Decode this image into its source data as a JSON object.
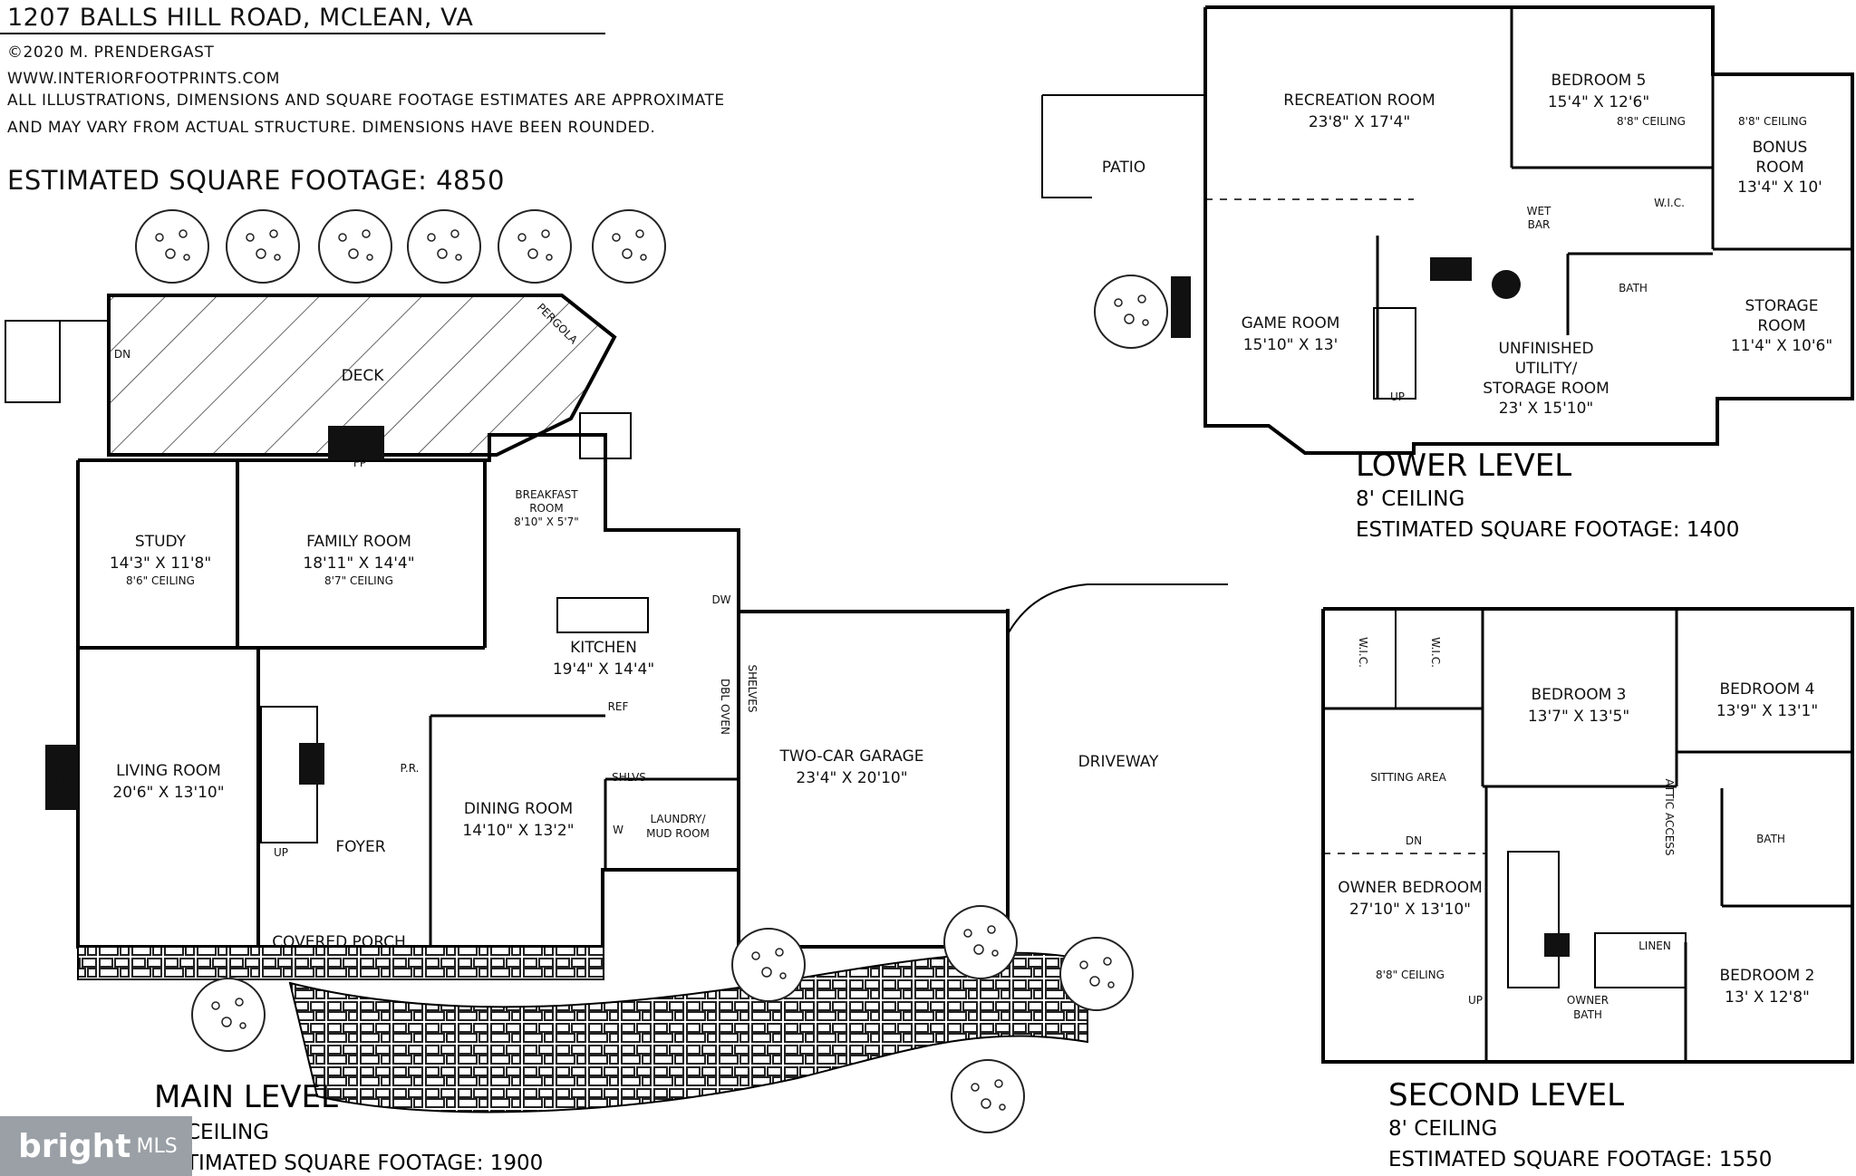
{
  "header": {
    "address": "1207 BALLS HILL ROAD, MCLEAN, VA",
    "copyright": "©2020 M. PRENDERGAST",
    "website": "WWW.INTERIORFOOTPRINTS.COM",
    "disclaimer_1": "ALL ILLUSTRATIONS, DIMENSIONS AND SQUARE FOOTAGE ESTIMATES ARE APPROXIMATE",
    "disclaimer_2": "AND MAY VARY FROM ACTUAL STRUCTURE. DIMENSIONS HAVE BEEN ROUNDED.",
    "total_sqft": "ESTIMATED SQUARE FOOTAGE: 4850"
  },
  "main_level": {
    "name": "MAIN LEVEL",
    "ceiling": "CEILING",
    "sqft": "TIMATED SQUARE FOOTAGE: 1900",
    "rooms": {
      "deck": "DECK",
      "pergola": "PERGOLA",
      "fp_top": "FP",
      "study": "STUDY",
      "study_dim": "14'3\" X 11'8\"",
      "study_ceiling": "8'6\" CEILING",
      "family": "FAMILY ROOM",
      "family_dim": "18'11\" X 14'4\"",
      "family_ceiling": "8'7\" CEILING",
      "breakfast": "BREAKFAST",
      "breakfast_2": "ROOM",
      "breakfast_dim": "8'10\" X 5'7\"",
      "kitchen": "KITCHEN",
      "kitchen_dim": "19'4\" X 14'4\"",
      "ref": "REF",
      "dw": "DW",
      "shelves": "SHELVES",
      "dbl_oven": "DBL OVEN",
      "living": "LIVING ROOM",
      "living_dim": "20'6\" X 13'10\"",
      "fp_living": "FP",
      "pr": "P.R.",
      "dining": "DINING ROOM",
      "dining_dim": "14'10\" X 13'2\"",
      "foyer": "FOYER",
      "shlvs": "SHLVS",
      "laundry": "LAUNDRY/",
      "laundry_2": "MUD ROOM",
      "w": "W",
      "garage": "TWO-CAR GARAGE",
      "garage_dim": "23'4\" X 20'10\"",
      "driveway": "DRIVEWAY",
      "porch": "COVERED PORCH",
      "dn": "DN",
      "up": "UP"
    }
  },
  "lower_level": {
    "name": "LOWER LEVEL",
    "ceiling": "8' CEILING",
    "sqft": "ESTIMATED SQUARE FOOTAGE: 1400",
    "rooms": {
      "patio": "PATIO",
      "recreation": "RECREATION ROOM",
      "recreation_dim": "23'8\" X 17'4\"",
      "bedroom5": "BEDROOM 5",
      "bedroom5_dim": "15'4\" X 12'6\"",
      "bedroom5_ceiling": "8'8\" CEILING",
      "bonus_ceiling": "8'8\" CEILING",
      "bonus": "BONUS",
      "bonus_2": "ROOM",
      "bonus_dim": "13'4\" X 10'",
      "wic": "W.I.C.",
      "wetbar": "WET",
      "wetbar_2": "BAR",
      "bath": "BATH",
      "game": "GAME ROOM",
      "game_dim": "15'10\" X 13'",
      "utility": "UNFINISHED",
      "utility_2": "UTILITY/",
      "utility_3": "STORAGE ROOM",
      "utility_dim": "23' X 15'10\"",
      "storage": "STORAGE",
      "storage_2": "ROOM",
      "storage_dim": "11'4\" X 10'6\"",
      "up": "UP"
    }
  },
  "second_level": {
    "name": "SECOND LEVEL",
    "ceiling": "8' CEILING",
    "sqft": "ESTIMATED SQUARE FOOTAGE: 1550",
    "rooms": {
      "wic": "W.I.C.",
      "bedroom3": "BEDROOM 3",
      "bedroom3_dim": "13'7\" X 13'5\"",
      "bedroom4": "BEDROOM 4",
      "bedroom4_dim": "13'9\" X 13'1\"",
      "sitting": "SITTING AREA",
      "attic": "ATTIC ACCESS",
      "bath": "BATH",
      "owner": "OWNER BEDROOM",
      "owner_dim": "27'10\" X 13'10\"",
      "owner_ceiling": "8'8\" CEILING",
      "linen": "LINEN",
      "owner_bath": "OWNER",
      "owner_bath_2": "BATH",
      "bedroom2": "BEDROOM 2",
      "bedroom2_dim": "13' X 12'8\"",
      "dn": "DN",
      "up": "UP"
    }
  },
  "watermark": {
    "brand": "bright",
    "suffix": "MLS"
  }
}
